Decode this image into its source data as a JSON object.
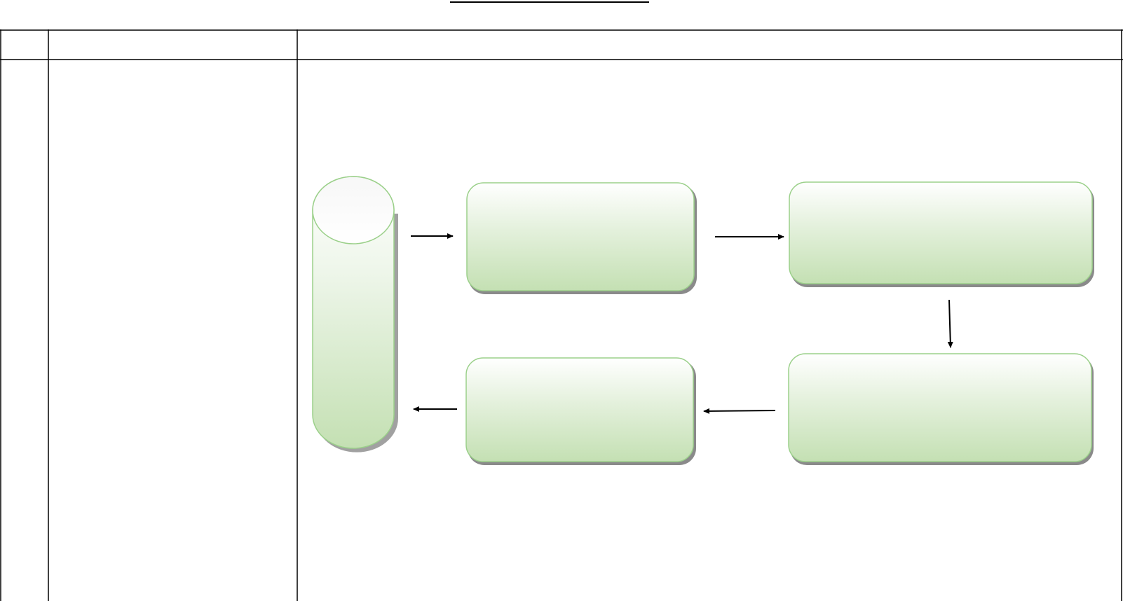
{
  "page": {
    "title": ""
  },
  "table": {
    "header": {
      "col1": "",
      "col2": "",
      "col3": ""
    },
    "row1": {
      "col1": "",
      "col2": ""
    }
  },
  "diagram": {
    "nodes": [
      {
        "id": "database",
        "shape": "cylinder",
        "label": ""
      },
      {
        "id": "box-top-left",
        "shape": "rounded-rect",
        "label": ""
      },
      {
        "id": "box-top-right",
        "shape": "rounded-rect",
        "label": ""
      },
      {
        "id": "box-bottom-right",
        "shape": "rounded-rect",
        "label": ""
      },
      {
        "id": "box-bottom-left",
        "shape": "rounded-rect",
        "label": ""
      }
    ],
    "edges": [
      {
        "from": "database",
        "to": "box-top-left"
      },
      {
        "from": "box-top-left",
        "to": "box-top-right"
      },
      {
        "from": "box-top-right",
        "to": "box-bottom-right"
      },
      {
        "from": "box-bottom-right",
        "to": "box-bottom-left"
      },
      {
        "from": "box-bottom-left",
        "to": "database"
      }
    ],
    "colors": {
      "fill_top": "#ffffff",
      "fill_bottom": "#c4e0b3",
      "stroke": "#9bd08a",
      "shadow": "#7f7f7f",
      "arrow": "#000000"
    }
  }
}
